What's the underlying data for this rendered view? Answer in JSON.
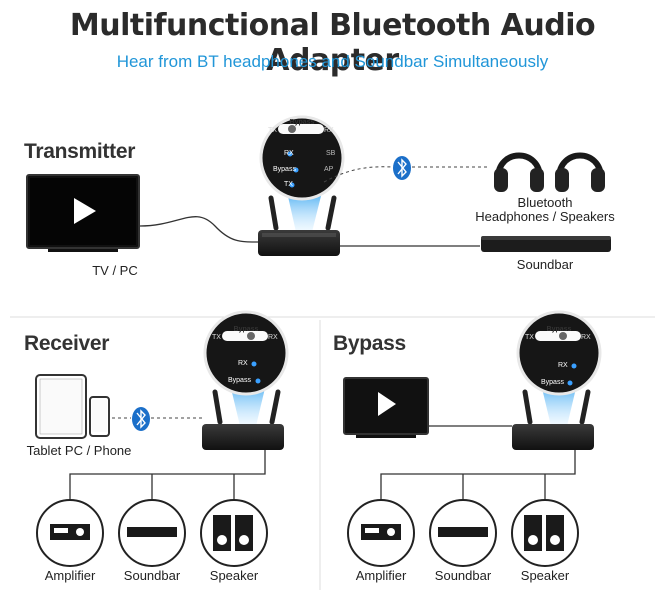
{
  "header": {
    "title": "Multifunctional Bluetooth Audio Adapter",
    "subtitle": "Hear from BT headphones and Soundbar Simultaneously"
  },
  "transmitter": {
    "title": "Transmitter",
    "tv_label": "TV / PC",
    "bt_label_line1": "Bluetooth",
    "bt_label_line2": "Headphones / Speakers",
    "soundbar_label": "Soundbar",
    "switch": {
      "top": "Bypass",
      "left": "TX",
      "right": "RX",
      "leds": [
        "RX",
        "Bypass",
        "TX"
      ],
      "side": [
        "SB",
        "AP"
      ]
    }
  },
  "receiver": {
    "title": "Receiver",
    "source_label": "Tablet PC / Phone",
    "outputs": [
      "Amplifier",
      "Soundbar",
      "Speaker"
    ],
    "switch": {
      "top": "Bypass",
      "left": "TX",
      "right": "RX",
      "leds": [
        "RX",
        "Bypass"
      ]
    }
  },
  "bypass": {
    "title": "Bypass",
    "outputs": [
      "Amplifier",
      "Soundbar",
      "Speaker"
    ],
    "switch": {
      "top": "Bypass",
      "left": "TX",
      "right": "RX",
      "leds": [
        "RX",
        "Bypass"
      ]
    }
  },
  "colors": {
    "accent": "#2196d8",
    "bluetooth": "#1b6fc9",
    "device": "#1e1e1e"
  },
  "icons": [
    "play-icon",
    "bluetooth-icon",
    "headphones-icon",
    "amplifier-icon",
    "soundbar-icon",
    "speaker-icon"
  ]
}
